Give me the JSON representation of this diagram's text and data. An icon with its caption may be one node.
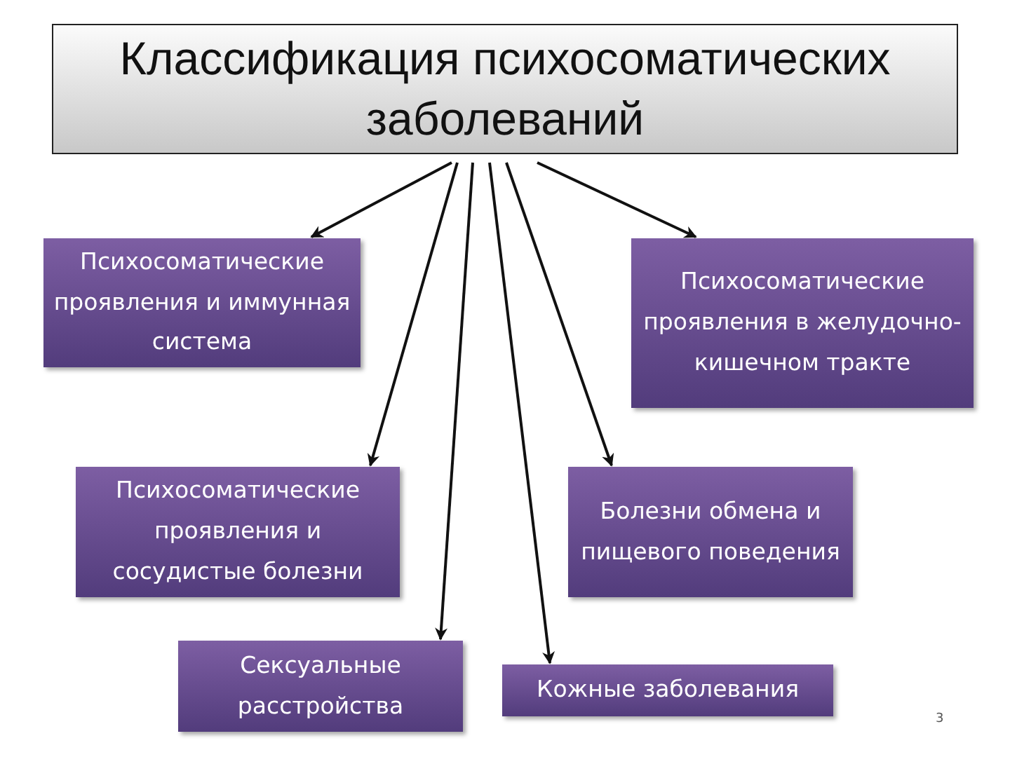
{
  "diagram": {
    "nodes": [
      {
        "text": [
          "Классификация психосоматических заболеваний"
        ]
      },
      {
        "text": [
          "Психосоматические проявления и иммунная система"
        ]
      },
      {
        "text": [
          "Психосоматические проявления в желудочно-кишечном тракте"
        ]
      },
      {
        "text": [
          "Психосоматические проявления и сосудистые болезни"
        ]
      },
      {
        "text": [
          "Болезни обмена и пищевого поведения"
        ]
      },
      {
        "text": [
          "Сексуальные расстройства"
        ]
      },
      {
        "text": [
          "Кожные заболевания"
        ]
      }
    ],
    "edges": [
      {
        "from": 0,
        "to": 1,
        "arrow": "to"
      },
      {
        "from": 0,
        "to": 2,
        "arrow": "to"
      },
      {
        "from": 0,
        "to": 3,
        "arrow": "to"
      },
      {
        "from": 0,
        "to": 4,
        "arrow": "to"
      },
      {
        "from": 0,
        "to": 5,
        "arrow": "to"
      },
      {
        "from": 0,
        "to": 6,
        "arrow": "to"
      }
    ],
    "labels": [
      "3"
    ]
  }
}
